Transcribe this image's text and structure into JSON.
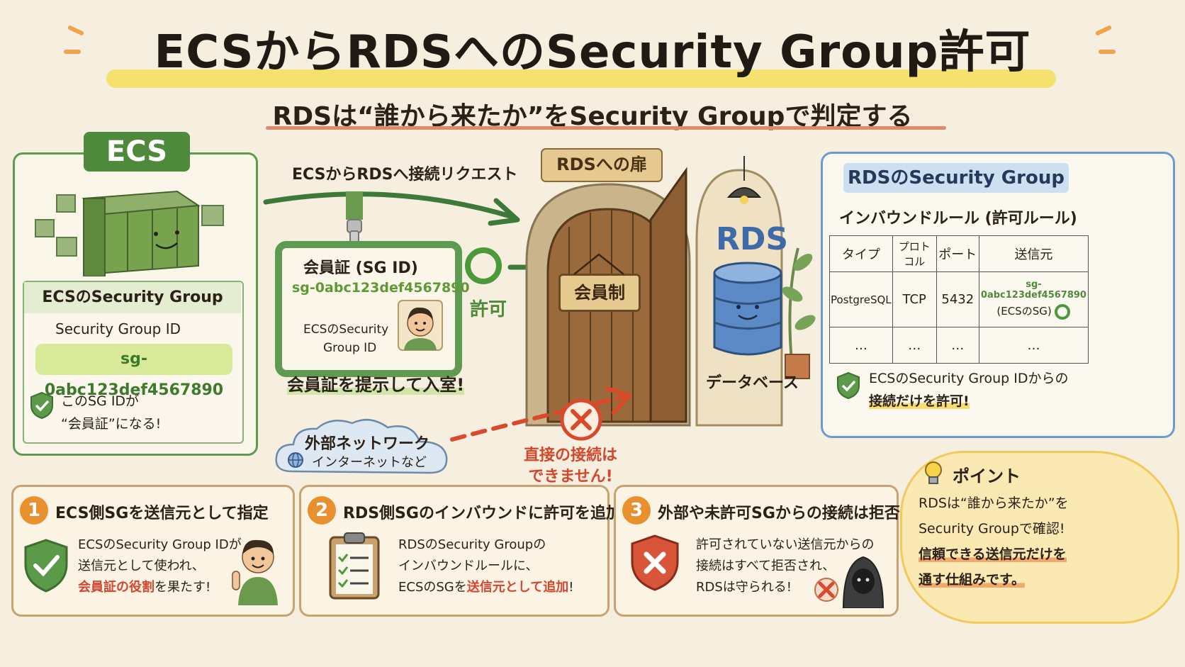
{
  "title": "ECSからRDSへのSecurity Group許可",
  "subtitle": "RDSは“誰から来たか”をSecurity Groupで判定する",
  "ecs_panel": {
    "badge": "ECS",
    "sg_header": "ECSのSecurity Group",
    "sg_id_label": "Security Group ID",
    "sg_id": "sg-0abc123def4567890",
    "note_line1": "このSG IDが",
    "note_line2": "“会員証”になる!"
  },
  "flow": {
    "request_label": "ECSからRDSへ接続リクエスト",
    "card_title": "会員証 (SG ID)",
    "card_sg_id": "sg-0abc123def4567890",
    "card_sub1": "ECSのSecurity",
    "card_sub2": "Group ID",
    "card_caption": "会員証を提示して入室!",
    "allow_label": "許可",
    "door_sign": "RDSへの扉",
    "member_sign": "会員制",
    "rds_label": "RDS",
    "db_caption": "データベース",
    "external_title": "外部ネットワーク",
    "external_sub": "インターネットなど",
    "deny_line1": "直接の接続は",
    "deny_line2": "できません!"
  },
  "rds_sg": {
    "title": "RDSのSecurity Group",
    "subtitle": "インバウンドルール (許可ルール)",
    "headers": [
      "タイプ",
      "プロトコル",
      "ポート",
      "送信元"
    ],
    "row": {
      "type": "PostgreSQL",
      "protocol": "TCP",
      "port": "5432",
      "source": "sg-0abc123def4567890",
      "source_note": "(ECSのSG)"
    },
    "ellipsis": "…",
    "note_line1": "ECSのSecurity Group IDからの",
    "note_line2": "接続だけを許可!"
  },
  "steps": [
    {
      "num": "1",
      "title": "ECS側SGを送信元として指定",
      "line1": "ECSのSecurity Group IDが",
      "line2": "送信元として使われ、",
      "line3_hl": "会員証の役割",
      "line3_rest": "を果たす!"
    },
    {
      "num": "2",
      "title": "RDS側SGのインバウンドに許可を追加",
      "line1": "RDSのSecurity Groupの",
      "line2": "インバウンドルールに、",
      "line3_pre": "ECSのSGを",
      "line3_hl": "送信元として追加",
      "line3_post": "!"
    },
    {
      "num": "3",
      "title": "外部や未許可SGからの接続は拒否",
      "line1": "許可されていない送信元からの",
      "line2": "接続はすべて拒否され、",
      "line3": "RDSは守られる!"
    }
  ],
  "point": {
    "title": "ポイント",
    "line1": "RDSは“誰から来たか”を",
    "line2": "Security Groupで確認!",
    "line3": "信頼できる送信元だけを",
    "line4": "通す仕組みです。"
  }
}
